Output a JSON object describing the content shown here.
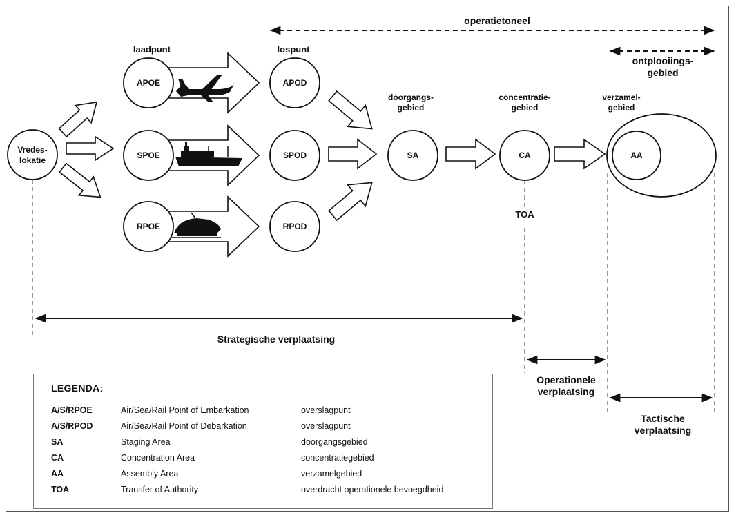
{
  "header_labels": {
    "operatietoneel": "operatietoneel",
    "ontplooiingsgebied": "ontplooiings-\ngebied",
    "laadpunt": "laadpunt",
    "lospunt": "lospunt",
    "doorgangsgebied": "doorgangs-\ngebied",
    "concentratiegebied": "concentratie-\ngebied",
    "verzamelgebied": "verzamel-\ngebied"
  },
  "nodes": {
    "vredeslokatie": "Vredes-\nlokatie",
    "apoe": "APOE",
    "spoe": "SPOE",
    "rpoe": "RPOE",
    "apod": "APOD",
    "spod": "SPOD",
    "rpod": "RPOD",
    "sa": "SA",
    "ca": "CA",
    "aa": "AA"
  },
  "toa": "TOA",
  "movement_labels": {
    "strategic": "Strategische verplaatsing",
    "operational": "Operationele\nverplaatsing",
    "tactical": "Tactische\nverplaatsing"
  },
  "icons": {
    "apoe": "airplane-icon",
    "spoe": "ship-icon",
    "rpoe": "train-icon"
  },
  "legend": {
    "title": "LEGENDA:",
    "rows": [
      {
        "abbr": "A/S/RPOE",
        "english": "Air/Sea/Rail Point of Embarkation",
        "dutch": "overslagpunt"
      },
      {
        "abbr": "A/S/RPOD",
        "english": "Air/Sea/Rail Point of Debarkation",
        "dutch": "overslagpunt"
      },
      {
        "abbr": "SA",
        "english": "Staging Area",
        "dutch": "doorgangsgebied"
      },
      {
        "abbr": "CA",
        "english": "Concentration Area",
        "dutch": "concentratiegebied"
      },
      {
        "abbr": "AA",
        "english": "Assembly Area",
        "dutch": "verzamelgebied"
      },
      {
        "abbr": "TOA",
        "english": "Transfer of Authority",
        "dutch": "overdracht operationele bevoegdheid"
      }
    ]
  }
}
